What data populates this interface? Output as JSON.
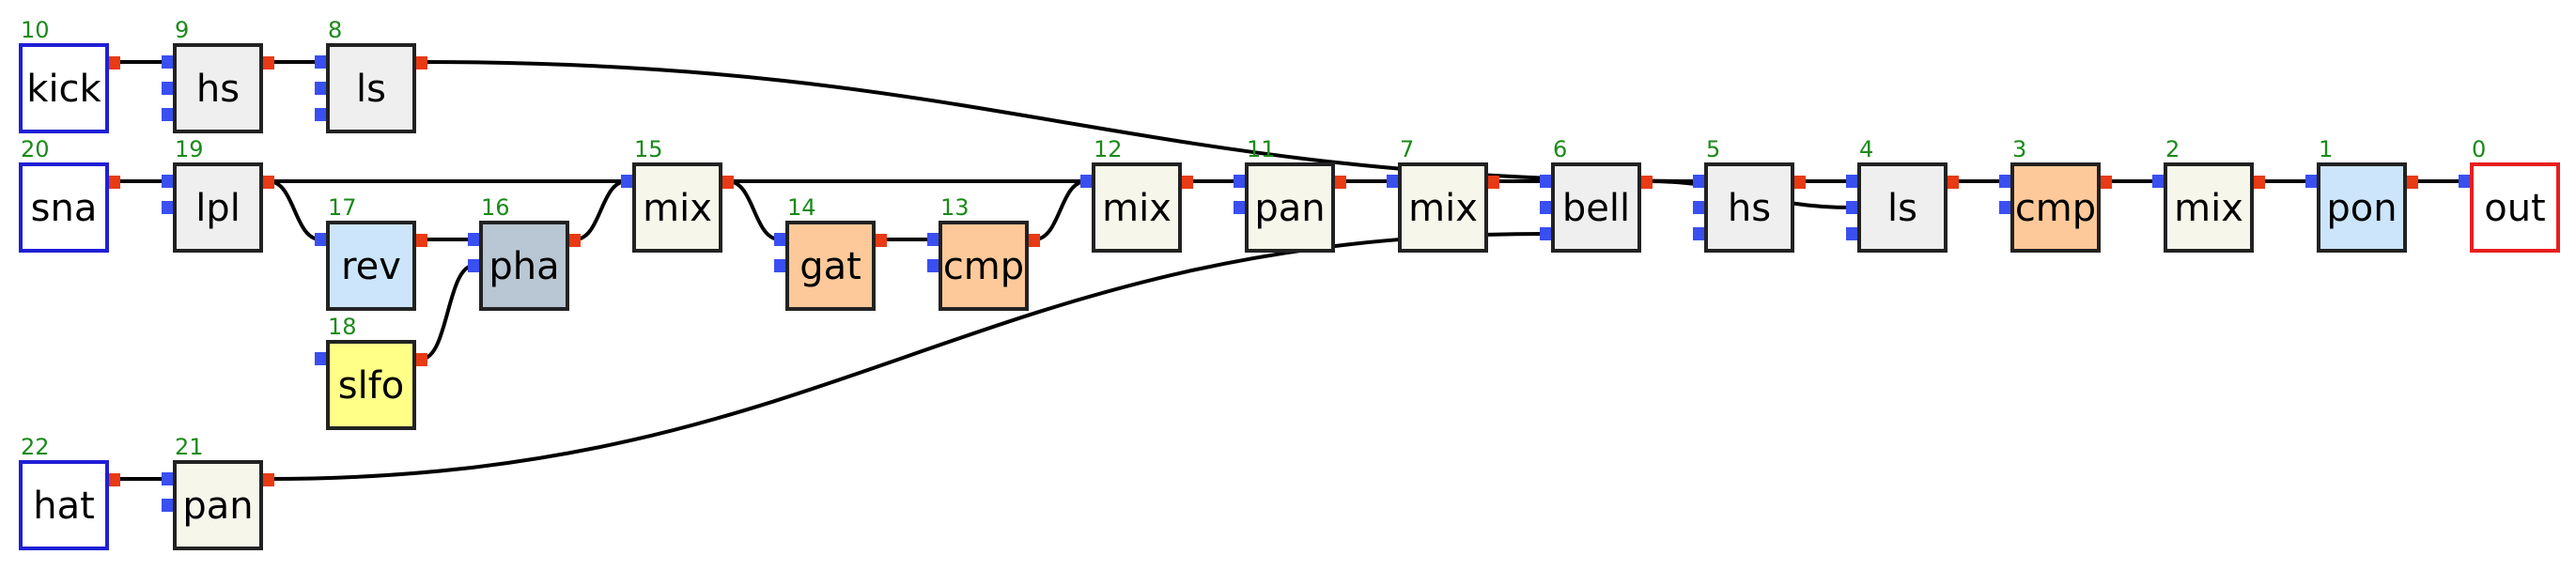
{
  "colors": {
    "input_border": "#1f1fd6",
    "output_border": "#e81e1e",
    "node_border": "#222222",
    "id_text": "#1a8a1a",
    "port_in": "#3a4ff0",
    "port_out": "#e83a14"
  },
  "nodes": [
    {
      "id": "10",
      "label": "kick",
      "kind": "input",
      "fill": "#ffffff"
    },
    {
      "id": "9",
      "label": "hs",
      "kind": "filter",
      "fill": "#efefef"
    },
    {
      "id": "8",
      "label": "ls",
      "kind": "filter",
      "fill": "#efefef"
    },
    {
      "id": "20",
      "label": "sna",
      "kind": "input",
      "fill": "#ffffff"
    },
    {
      "id": "19",
      "label": "lpl",
      "kind": "filter",
      "fill": "#efefef"
    },
    {
      "id": "17",
      "label": "rev",
      "kind": "effect",
      "fill": "#cce5fb"
    },
    {
      "id": "16",
      "label": "pha",
      "kind": "effect",
      "fill": "#b9c6d3"
    },
    {
      "id": "18",
      "label": "slfo",
      "kind": "modulator",
      "fill": "#ffff88"
    },
    {
      "id": "15",
      "label": "mix",
      "kind": "mixer",
      "fill": "#f7f6ea"
    },
    {
      "id": "14",
      "label": "gat",
      "kind": "dynamics",
      "fill": "#fdc99a"
    },
    {
      "id": "13",
      "label": "cmp",
      "kind": "dynamics",
      "fill": "#fdc99a"
    },
    {
      "id": "12",
      "label": "mix",
      "kind": "mixer",
      "fill": "#f7f6ea"
    },
    {
      "id": "11",
      "label": "pan",
      "kind": "mixer",
      "fill": "#f7f6ea"
    },
    {
      "id": "7",
      "label": "mix",
      "kind": "mixer",
      "fill": "#f7f6ea"
    },
    {
      "id": "6",
      "label": "bell",
      "kind": "filter",
      "fill": "#efefef"
    },
    {
      "id": "5",
      "label": "hs",
      "kind": "filter",
      "fill": "#efefef"
    },
    {
      "id": "4",
      "label": "ls",
      "kind": "filter",
      "fill": "#efefef"
    },
    {
      "id": "3",
      "label": "cmp",
      "kind": "dynamics",
      "fill": "#fdc99a"
    },
    {
      "id": "2",
      "label": "mix",
      "kind": "mixer",
      "fill": "#f7f6ea"
    },
    {
      "id": "1",
      "label": "pon",
      "kind": "effect",
      "fill": "#cce5fb"
    },
    {
      "id": "0",
      "label": "out",
      "kind": "output",
      "fill": "#ffffff"
    },
    {
      "id": "22",
      "label": "hat",
      "kind": "input",
      "fill": "#ffffff"
    },
    {
      "id": "21",
      "label": "pan",
      "kind": "mixer",
      "fill": "#f7f6ea"
    }
  ],
  "edges": [
    {
      "from": "10",
      "to": "9"
    },
    {
      "from": "9",
      "to": "8"
    },
    {
      "from": "8",
      "to": "5"
    },
    {
      "from": "20",
      "to": "19"
    },
    {
      "from": "19",
      "to": "15"
    },
    {
      "from": "19",
      "to": "17"
    },
    {
      "from": "17",
      "to": "16"
    },
    {
      "from": "18",
      "to": "16"
    },
    {
      "from": "16",
      "to": "15"
    },
    {
      "from": "15",
      "to": "12"
    },
    {
      "from": "15",
      "to": "14"
    },
    {
      "from": "14",
      "to": "13"
    },
    {
      "from": "13",
      "to": "12"
    },
    {
      "from": "12",
      "to": "11"
    },
    {
      "from": "11",
      "to": "7"
    },
    {
      "from": "7",
      "to": "6"
    },
    {
      "from": "6",
      "to": "5"
    },
    {
      "from": "6",
      "to": "4"
    },
    {
      "from": "21",
      "to": "6"
    },
    {
      "from": "5",
      "to": "4"
    },
    {
      "from": "5",
      "to": "3"
    },
    {
      "from": "4",
      "to": "3"
    },
    {
      "from": "3",
      "to": "2"
    },
    {
      "from": "2",
      "to": "1"
    },
    {
      "from": "1",
      "to": "0"
    },
    {
      "from": "22",
      "to": "21"
    }
  ]
}
